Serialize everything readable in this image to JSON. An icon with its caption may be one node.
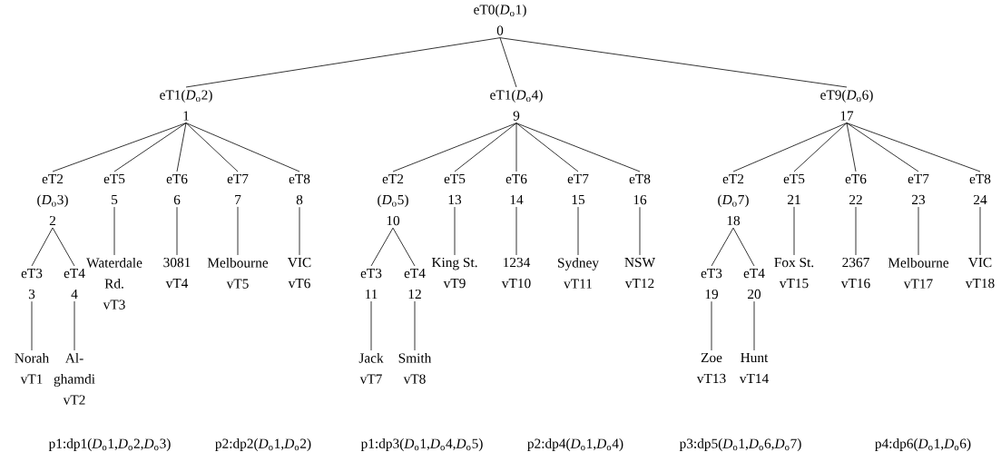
{
  "diagram": {
    "nodes": [
      {
        "text": [
          "eT0(*D*$_{o}$1)",
          "0"
        ]
      },
      {
        "text": [
          "eT1(*D*$_{o}$2)",
          "1"
        ]
      },
      {
        "text": [
          "eT2 (*D*$_{o}$3)",
          "2"
        ]
      },
      {
        "text": [
          "eT3",
          "3"
        ]
      },
      {
        "text": [
          "Norah",
          "vT1"
        ]
      },
      {
        "text": [
          "eT4",
          "4"
        ]
      },
      {
        "text": [
          "Al-ghamdi",
          "vT2"
        ]
      },
      {
        "text": [
          "eT5",
          "5"
        ]
      },
      {
        "text": [
          "Waterdale Rd.",
          "vT3"
        ]
      },
      {
        "text": [
          "eT6",
          "6"
        ]
      },
      {
        "text": [
          "3081",
          "vT4"
        ]
      },
      {
        "text": [
          "eT7",
          "7"
        ]
      },
      {
        "text": [
          "Melbourne",
          "vT5"
        ]
      },
      {
        "text": [
          "eT8",
          "8"
        ]
      },
      {
        "text": [
          "VIC",
          "vT6"
        ]
      },
      {
        "text": [
          "eT1(*D*$_{o}$4)",
          "9"
        ]
      },
      {
        "text": [
          "eT2 (*D*$_{o}$5)",
          "10"
        ]
      },
      {
        "text": [
          "eT3",
          "11"
        ]
      },
      {
        "text": [
          "Jack",
          "vT7"
        ]
      },
      {
        "text": [
          "eT4",
          "12"
        ]
      },
      {
        "text": [
          "Smith",
          "vT8"
        ]
      },
      {
        "text": [
          "eT5",
          "13"
        ]
      },
      {
        "text": [
          "King St.",
          "vT9"
        ]
      },
      {
        "text": [
          "eT6",
          "14"
        ]
      },
      {
        "text": [
          "1234",
          "vT10"
        ]
      },
      {
        "text": [
          "eT7",
          "15"
        ]
      },
      {
        "text": [
          "Sydney",
          "vT11"
        ]
      },
      {
        "text": [
          "eT8",
          "16"
        ]
      },
      {
        "text": [
          "NSW",
          "vT12"
        ]
      },
      {
        "text": [
          "eT9(*D*$_{o}$6)",
          "17"
        ]
      },
      {
        "text": [
          "eT2 (*D*$_{o}$7)",
          "18"
        ]
      },
      {
        "text": [
          "eT3",
          "19"
        ]
      },
      {
        "text": [
          "Zoe",
          "vT13"
        ]
      },
      {
        "text": [
          "eT4",
          "20"
        ]
      },
      {
        "text": [
          "Hunt",
          "vT14"
        ]
      },
      {
        "text": [
          "eT5",
          "21"
        ]
      },
      {
        "text": [
          "Fox St.",
          "vT15"
        ]
      },
      {
        "text": [
          "eT6",
          "22"
        ]
      },
      {
        "text": [
          "2367",
          "vT16"
        ]
      },
      {
        "text": [
          "eT7",
          "23"
        ]
      },
      {
        "text": [
          "Melbourne",
          "vT17"
        ]
      },
      {
        "text": [
          "eT8",
          "24"
        ]
      },
      {
        "text": [
          "VIC",
          "vT18"
        ]
      }
    ],
    "edges": [
      {
        "from": 0,
        "to": 1,
        "arrow": "none"
      },
      {
        "from": 1,
        "to": 2,
        "arrow": "none"
      },
      {
        "from": 2,
        "to": 3,
        "arrow": "none"
      },
      {
        "from": 3,
        "to": 4,
        "arrow": "none"
      },
      {
        "from": 2,
        "to": 5,
        "arrow": "none"
      },
      {
        "from": 5,
        "to": 6,
        "arrow": "none"
      },
      {
        "from": 1,
        "to": 7,
        "arrow": "none"
      },
      {
        "from": 7,
        "to": 8,
        "arrow": "none"
      },
      {
        "from": 1,
        "to": 9,
        "arrow": "none"
      },
      {
        "from": 9,
        "to": 10,
        "arrow": "none"
      },
      {
        "from": 1,
        "to": 11,
        "arrow": "none"
      },
      {
        "from": 11,
        "to": 12,
        "arrow": "none"
      },
      {
        "from": 1,
        "to": 13,
        "arrow": "none"
      },
      {
        "from": 13,
        "to": 14,
        "arrow": "none"
      },
      {
        "from": 0,
        "to": 15,
        "arrow": "none"
      },
      {
        "from": 15,
        "to": 16,
        "arrow": "none"
      },
      {
        "from": 16,
        "to": 17,
        "arrow": "none"
      },
      {
        "from": 17,
        "to": 18,
        "arrow": "none"
      },
      {
        "from": 16,
        "to": 19,
        "arrow": "none"
      },
      {
        "from": 19,
        "to": 20,
        "arrow": "none"
      },
      {
        "from": 15,
        "to": 21,
        "arrow": "none"
      },
      {
        "from": 21,
        "to": 22,
        "arrow": "none"
      },
      {
        "from": 15,
        "to": 23,
        "arrow": "none"
      },
      {
        "from": 23,
        "to": 24,
        "arrow": "none"
      },
      {
        "from": 15,
        "to": 25,
        "arrow": "none"
      },
      {
        "from": 25,
        "to": 26,
        "arrow": "none"
      },
      {
        "from": 15,
        "to": 27,
        "arrow": "none"
      },
      {
        "from": 27,
        "to": 28,
        "arrow": "none"
      },
      {
        "from": 0,
        "to": 29,
        "arrow": "none"
      },
      {
        "from": 29,
        "to": 30,
        "arrow": "none"
      },
      {
        "from": 30,
        "to": 31,
        "arrow": "none"
      },
      {
        "from": 31,
        "to": 32,
        "arrow": "none"
      },
      {
        "from": 30,
        "to": 33,
        "arrow": "none"
      },
      {
        "from": 33,
        "to": 34,
        "arrow": "none"
      },
      {
        "from": 29,
        "to": 35,
        "arrow": "none"
      },
      {
        "from": 35,
        "to": 36,
        "arrow": "none"
      },
      {
        "from": 29,
        "to": 37,
        "arrow": "none"
      },
      {
        "from": 37,
        "to": 38,
        "arrow": "none"
      },
      {
        "from": 29,
        "to": 39,
        "arrow": "none"
      },
      {
        "from": 39,
        "to": 40,
        "arrow": "none"
      },
      {
        "from": 29,
        "to": 41,
        "arrow": "none"
      },
      {
        "from": 41,
        "to": 42,
        "arrow": "none"
      }
    ],
    "labels": [
      "p1:dp1(*D*$_{o}$1,*D*$_{o}$2,*D*$_{o}$3)",
      "p2:dp2(*D*$_{o}$1,*D*$_{o}$2)",
      "p1:dp3(*D*$_{o}$1,*D*$_{o}$4,*D*$_{o}$5)",
      "p2:dp4(*D*$_{o}$1,*D*$_{o}$4)",
      "p3:dp5(*D*$_{o}$1,*D*$_{o}$6,*D*$_{o}$7)",
      "p4:dp6(*D*$_{o}$1,*D*$_{o}$6)"
    ]
  }
}
